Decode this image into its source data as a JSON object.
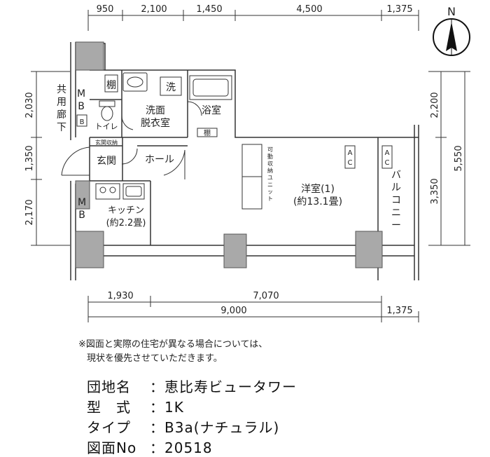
{
  "dimensions": {
    "top": [
      "950",
      "2,100",
      "1,450",
      "4,500",
      "1,375"
    ],
    "bottom_inner": [
      "1,930",
      "7,070"
    ],
    "bottom_total": [
      "9,000",
      "1,375"
    ],
    "left": [
      "2,030",
      "1,350",
      "2,170"
    ],
    "right_inner": [
      "2,200",
      "3,350"
    ],
    "right_total": "5,550"
  },
  "compass": {
    "label": "N"
  },
  "rooms": {
    "corridor": [
      "共",
      "用",
      "廊",
      "下"
    ],
    "mb_top": [
      "M",
      "B"
    ],
    "mb_top_box": "B",
    "mb_bottom": [
      "M",
      "B"
    ],
    "shelf1": "棚",
    "shelf2": "棚",
    "wash_mark": "洗",
    "toilet": "トイレ",
    "washroom": [
      "洗面",
      "脱衣室"
    ],
    "bath": "浴室",
    "entrance_storage": "玄関収納",
    "entrance": "玄関",
    "hall": "ホール",
    "kitchen": [
      "キッチン",
      "(約2.2畳)"
    ],
    "movable_storage": [
      "可",
      "動",
      "収",
      "納",
      "ユ",
      "ニ",
      "ッ",
      "ト"
    ],
    "western_room": [
      "洋室(1)",
      "(約13.1畳)"
    ],
    "ac_a": [
      "A",
      "C"
    ],
    "ac_b": [
      "A",
      "C"
    ],
    "balcony": [
      "バ",
      "ル",
      "コ",
      "ニ",
      "ー"
    ]
  },
  "note": [
    "※図面と実際の住宅が異なる場合については、",
    "現状を優先させていただきます。"
  ],
  "info": [
    {
      "label": "団地名",
      "value": "恵比寿ビュータワー"
    },
    {
      "label": "型　式",
      "value": "1K"
    },
    {
      "label": "タイプ",
      "value": "B3a(ナチュラル)"
    },
    {
      "label": "図面No",
      "value": "20518"
    }
  ]
}
